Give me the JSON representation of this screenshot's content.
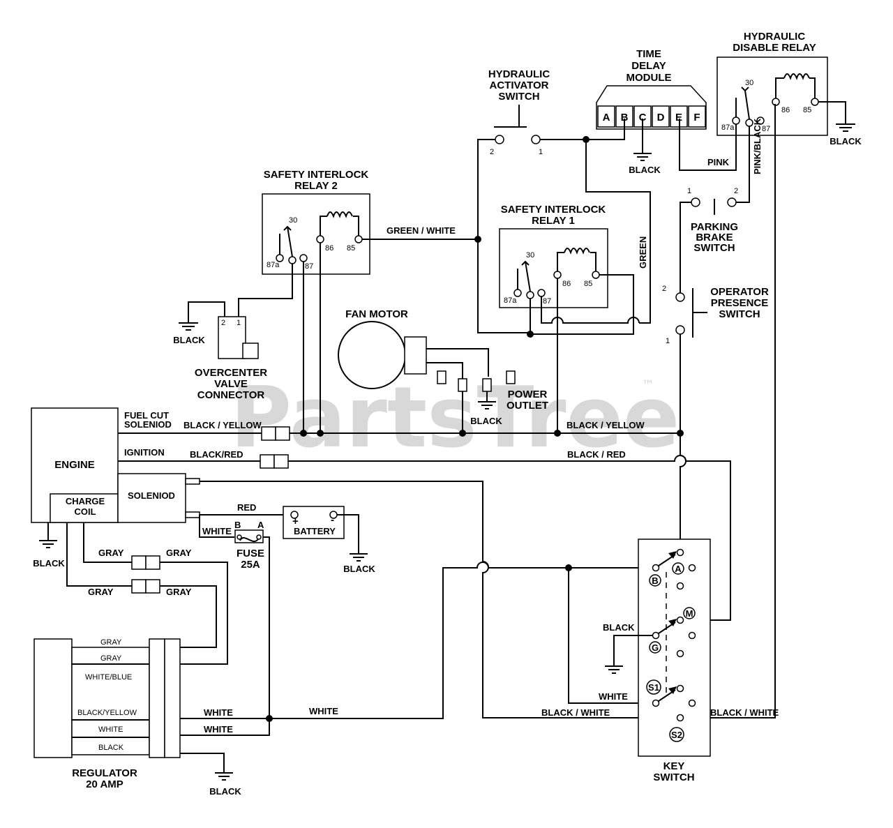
{
  "watermark": {
    "text": "PartsTree",
    "tm": "™"
  },
  "components": {
    "time_delay_module": {
      "title1": "TIME",
      "title2": "DELAY",
      "title3": "MODULE",
      "pins": [
        "A",
        "B",
        "C",
        "D",
        "E",
        "F"
      ]
    },
    "hydraulic_disable_relay": {
      "title1": "HYDRAULIC",
      "title2": "DISABLE RELAY",
      "t30": "30",
      "t87a": "87a",
      "t87": "87",
      "t86": "86",
      "t85": "85"
    },
    "hydraulic_activator_switch": {
      "title1": "HYDRAULIC",
      "title2": "ACTIVATOR",
      "title3": "SWITCH",
      "p1": "1",
      "p2": "2"
    },
    "safety_interlock_relay_2": {
      "title1": "SAFETY INTERLOCK",
      "title2": "RELAY 2",
      "t30": "30",
      "t87a": "87a",
      "t87": "87",
      "t86": "86",
      "t85": "85"
    },
    "safety_interlock_relay_1": {
      "title1": "SAFETY INTERLOCK",
      "title2": "RELAY 1",
      "t30": "30",
      "t87a": "87a",
      "t87": "87",
      "t86": "86",
      "t85": "85"
    },
    "parking_brake_switch": {
      "title1": "PARKING",
      "title2": "BRAKE",
      "title3": "SWITCH",
      "p1": "1",
      "p2": "2"
    },
    "operator_presence_switch": {
      "title1": "OPERATOR",
      "title2": "PRESENCE",
      "title3": "SWITCH",
      "p1": "1",
      "p2": "2"
    },
    "overcenter_valve_connector": {
      "title1": "OVERCENTER",
      "title2": "VALVE",
      "title3": "CONNECTOR",
      "p1": "1",
      "p2": "2"
    },
    "fan_motor": {
      "title": "FAN MOTOR"
    },
    "power_outlet": {
      "title1": "POWER",
      "title2": "OUTLET"
    },
    "engine": {
      "title": "ENGINE"
    },
    "solenoid": {
      "title": "SOLENIOD"
    },
    "charge_coil": {
      "title1": "CHARGE",
      "title2": "COIL"
    },
    "battery": {
      "title": "BATTERY",
      "plus": "+",
      "minus": "-"
    },
    "fuse": {
      "title1": "FUSE",
      "title2": "25A",
      "b": "B",
      "a": "A"
    },
    "regulator": {
      "title1": "REGULATOR",
      "title2": "20 AMP"
    },
    "key_switch": {
      "title1": "KEY",
      "title2": "SWITCH",
      "a": "A",
      "b": "B",
      "m": "M",
      "g": "G",
      "s1": "S1",
      "s2": "S2"
    }
  },
  "wire_labels": {
    "fuel_cut1": "FUEL CUT",
    "fuel_cut2": "SOLENIOD",
    "ignition": "IGNITION",
    "black_yellow_left": "BLACK / YELLOW",
    "black_yellow_right": "BLACK / YELLOW",
    "black_red_left": "BLACK/RED",
    "black_red_right": "BLACK / RED",
    "green_white": "GREEN / WHITE",
    "green": "GREEN",
    "pink": "PINK",
    "pink_black": "PINK/BLACK",
    "red": "RED",
    "white_fuse": "WHITE",
    "gray1a": "GRAY",
    "gray1b": "GRAY",
    "gray2a": "GRAY",
    "gray2b": "GRAY",
    "reg_gray1": "GRAY",
    "reg_gray2": "GRAY",
    "reg_white_blue": "WHITE/BLUE",
    "reg_black_yellow": "BLACK/YELLOW",
    "reg_white": "WHITE",
    "reg_black": "BLACK",
    "white_r1": "WHITE",
    "white_r2": "WHITE",
    "white_mid": "WHITE",
    "white_key": "WHITE",
    "black_white_left": "BLACK / WHITE",
    "black_white_right": "BLACK / WHITE",
    "black_key": "BLACK"
  },
  "grounds": {
    "tdm": "BLACK",
    "hdr": "BLACK",
    "ovc": "BLACK",
    "outlet": "BLACK",
    "engine": "BLACK",
    "battery": "BLACK",
    "regulator": "BLACK"
  }
}
